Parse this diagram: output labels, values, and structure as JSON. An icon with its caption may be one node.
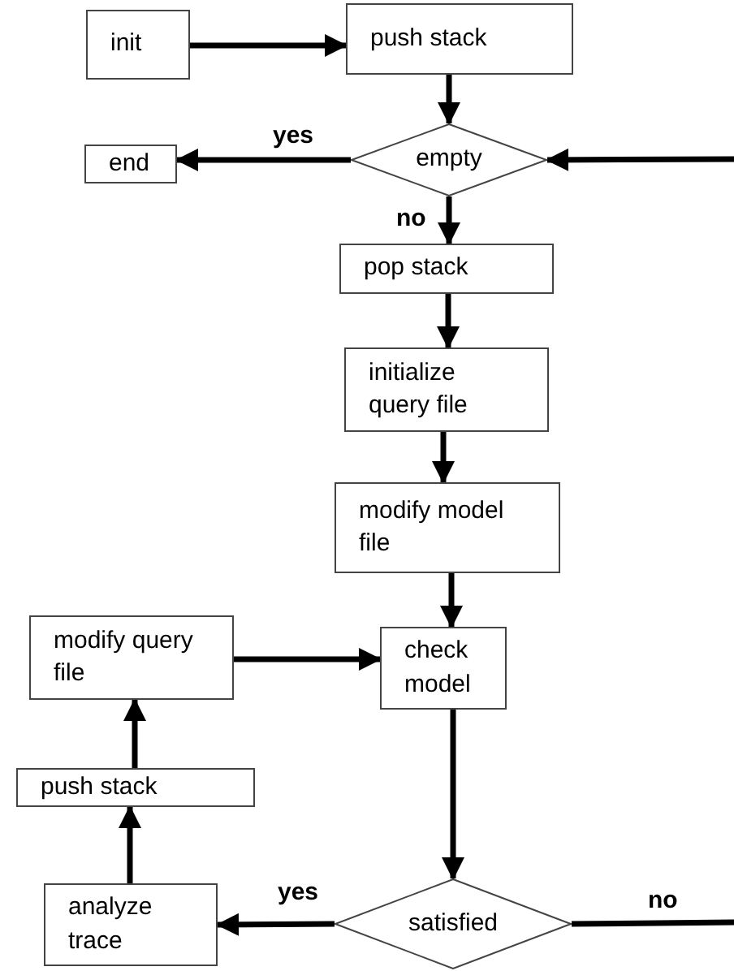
{
  "diagram": {
    "nodes": [
      {
        "text": [
          "init"
        ]
      },
      {
        "text": [
          "push stack"
        ]
      },
      {
        "text": [
          "empty"
        ]
      },
      {
        "text": [
          "end"
        ]
      },
      {
        "text": [
          "pop stack"
        ]
      },
      {
        "text": [
          "initialize query file"
        ]
      },
      {
        "text": [
          "modify model file"
        ]
      },
      {
        "text": [
          "modify query file"
        ]
      },
      {
        "text": [
          "check model"
        ]
      },
      {
        "text": [
          "push stack"
        ]
      },
      {
        "text": [
          "analyze trace"
        ]
      },
      {
        "text": [
          "satisfied"
        ]
      }
    ],
    "edges": [
      {
        "from": 0,
        "to": 1,
        "arrow": "to"
      },
      {
        "from": 1,
        "to": 2,
        "arrow": "to"
      },
      {
        "from": 2,
        "to": 3,
        "arrow": "to",
        "label": "yes"
      },
      {
        "from": 2,
        "to": 4,
        "arrow": "to",
        "label": "no"
      },
      {
        "from": 4,
        "to": 5,
        "arrow": "to"
      },
      {
        "from": 5,
        "to": 6,
        "arrow": "to"
      },
      {
        "from": 6,
        "to": 8,
        "arrow": "to"
      },
      {
        "from": 7,
        "to": 8,
        "arrow": "to"
      },
      {
        "from": 8,
        "to": 11,
        "arrow": "to"
      },
      {
        "from": 11,
        "to": 10,
        "arrow": "to",
        "label": "yes"
      },
      {
        "from": 10,
        "to": 9,
        "arrow": "to"
      },
      {
        "from": 9,
        "to": 7,
        "arrow": "to"
      },
      {
        "from": 11,
        "to": null,
        "arrow": "none",
        "label": "no"
      },
      {
        "from": null,
        "to": 2,
        "arrow": "to"
      }
    ]
  }
}
